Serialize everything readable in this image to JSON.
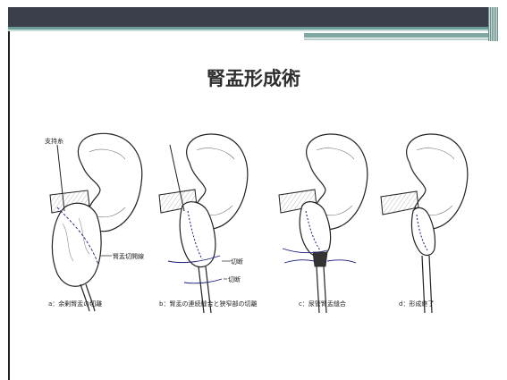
{
  "title": "腎盂形成術",
  "labels": {
    "support_thread": "支持糸",
    "pelvis_incision_line": "腎盂切開線",
    "cut1": "切断",
    "cut2": "切断"
  },
  "captions": {
    "a": "a：余剰腎盂の切離",
    "b": "b：腎盂の連続縫合と狭窄部の切離",
    "c": "c：尿管腎盂縫合",
    "d": "d：形成終了"
  }
}
